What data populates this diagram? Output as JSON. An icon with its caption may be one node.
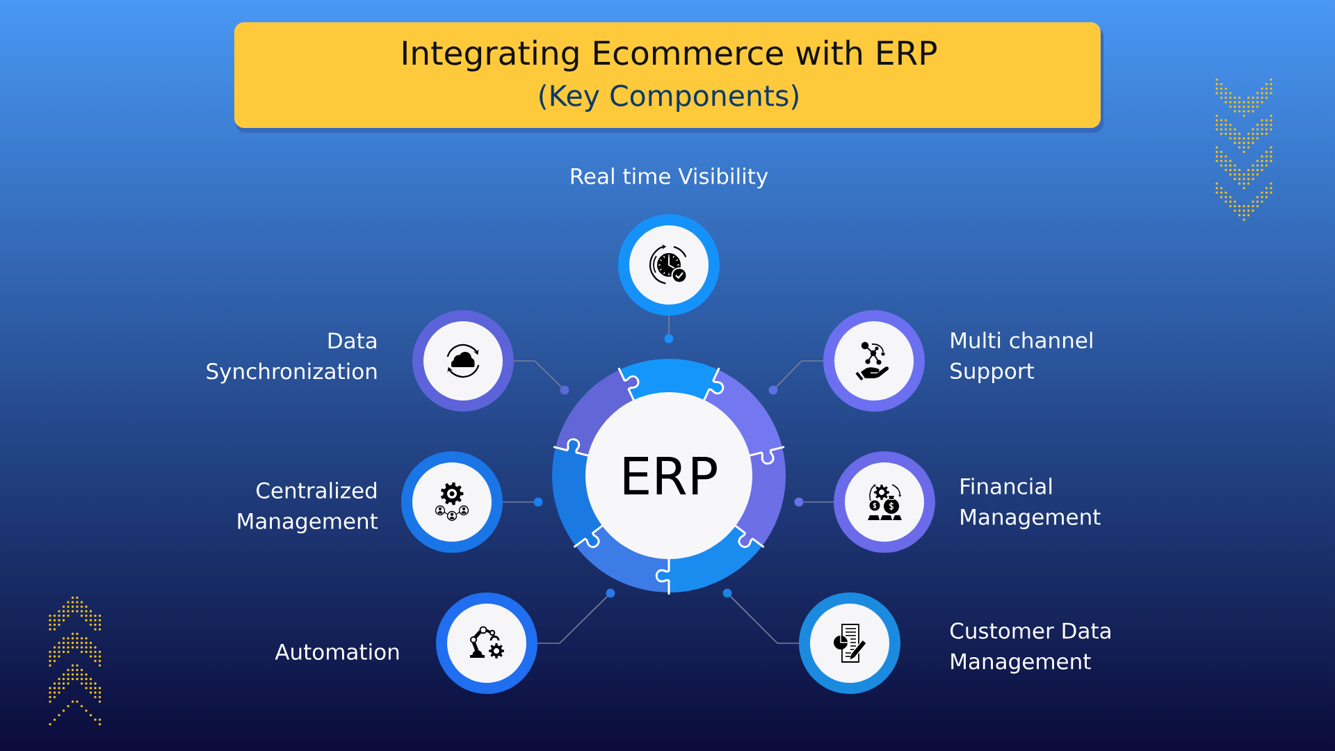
{
  "diagram": {
    "title": "Integrating Ecommerce with ERP",
    "nodes": [
      {
        "text": [
          "Real time Visibility"
        ]
      },
      {
        "text": [
          "Data Synchronization"
        ]
      },
      {
        "text": [
          "Multi channel Support"
        ]
      },
      {
        "text": [
          "ERP"
        ]
      },
      {
        "text": [
          "Centralized Management"
        ]
      },
      {
        "text": [
          "Financial Management"
        ]
      },
      {
        "text": [
          "Automation"
        ]
      },
      {
        "text": [
          "Customer Data Management"
        ]
      },
      {
        "text": [],
        "shape": "circle"
      },
      {
        "text": [],
        "shape": "circle"
      },
      {
        "text": [],
        "shape": "circle"
      },
      {
        "text": [],
        "shape": "circle"
      },
      {
        "text": [],
        "shape": "circle"
      },
      {
        "text": [],
        "shape": "circle"
      },
      {
        "text": [],
        "shape": "circle"
      }
    ],
    "edges": [
      {
        "from": 0,
        "to": 8,
        "arrow": "none"
      },
      {
        "from": 1,
        "to": 9,
        "arrow": "none"
      },
      {
        "from": 2,
        "to": 10,
        "arrow": "none"
      },
      {
        "from": 4,
        "to": 11,
        "arrow": "none"
      },
      {
        "from": 5,
        "to": 12,
        "arrow": "none"
      },
      {
        "from": 6,
        "to": 13,
        "arrow": "none"
      },
      {
        "from": 7,
        "to": 14,
        "arrow": "none"
      }
    ],
    "labels": [
      "(Key Components)"
    ]
  }
}
